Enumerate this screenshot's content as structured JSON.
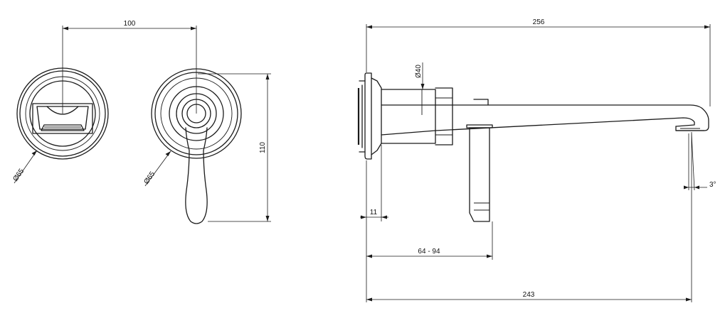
{
  "drawing": {
    "front_view": {
      "dim_spacing": "100",
      "dim_height": "110",
      "dim_diverter_diameter": "Ø65",
      "dim_mixer_diameter": "Ø65"
    },
    "side_view": {
      "dim_overall_length": "256",
      "dim_spout_length": "243",
      "dim_wall_depth": "64 - 94",
      "dim_plate_thickness": "11",
      "dim_body_diameter": "Ø40",
      "dim_angle": "3°"
    }
  }
}
